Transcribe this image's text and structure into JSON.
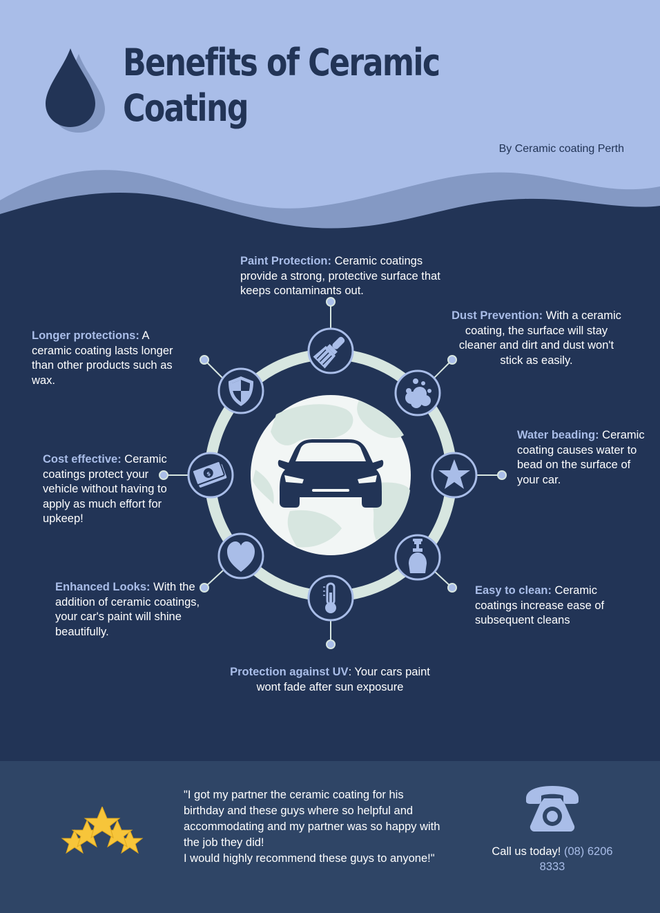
{
  "header": {
    "title_line1": "Benefits of Ceramic",
    "title_line2": "Coating",
    "byline": "By Ceramic coating Perth"
  },
  "colors": {
    "navy": "#223456",
    "light_blue": "#a9bde8",
    "wave_mid": "#8499c4",
    "ring": "#d7e6e0",
    "footer": "#2f4566",
    "star": "#f7c53a"
  },
  "center_icon": "car-on-globe-icon",
  "benefits": [
    {
      "label": "Paint Protection:",
      "text": " Ceramic coatings provide a strong, protective surface that keeps contaminants out.",
      "icon": "paintbrush-icon"
    },
    {
      "label": "Dust Prevention:",
      "text": " With a ceramic coating, the surface will stay cleaner and dirt and dust won't stick as easily.",
      "icon": "dust-cloud-icon"
    },
    {
      "label": "Water beading:",
      "text": " Ceramic coating causes water to bead on the surface of your car.",
      "icon": "star-icon"
    },
    {
      "label": "Easy to clean:",
      "text": " Ceramic coatings increase ease of subsequent cleans",
      "icon": "soap-bottle-icon"
    },
    {
      "label": "Protection against UV",
      "text": ": Your cars paint wont fade after sun exposure",
      "icon": "thermometer-icon"
    },
    {
      "label": "Enhanced Looks:",
      "text": " With the addition of ceramic coatings, your car's paint will shine beautifully.",
      "icon": "heart-icon"
    },
    {
      "label": "Cost effective:",
      "text": " Ceramic coatings protect your vehicle without having to apply as much effort for upkeep!",
      "icon": "money-icon"
    },
    {
      "label": "Longer protections:",
      "text": " A ceramic coating lasts longer than other products such as wax.",
      "icon": "shield-icon"
    }
  ],
  "footer": {
    "rating": {
      "stars_icon": "five-stars-icon",
      "value": 5,
      "max": 5
    },
    "quote": "\"I got my partner the ceramic coating for his birthday and these guys where so helpful and accommodating and my partner was so happy with the job they did!\nI would highly recommend these guys to anyone!\"",
    "call_label": "Call us today!",
    "phone_number": "(08) 6206 8333",
    "phone_icon": "telephone-icon"
  }
}
